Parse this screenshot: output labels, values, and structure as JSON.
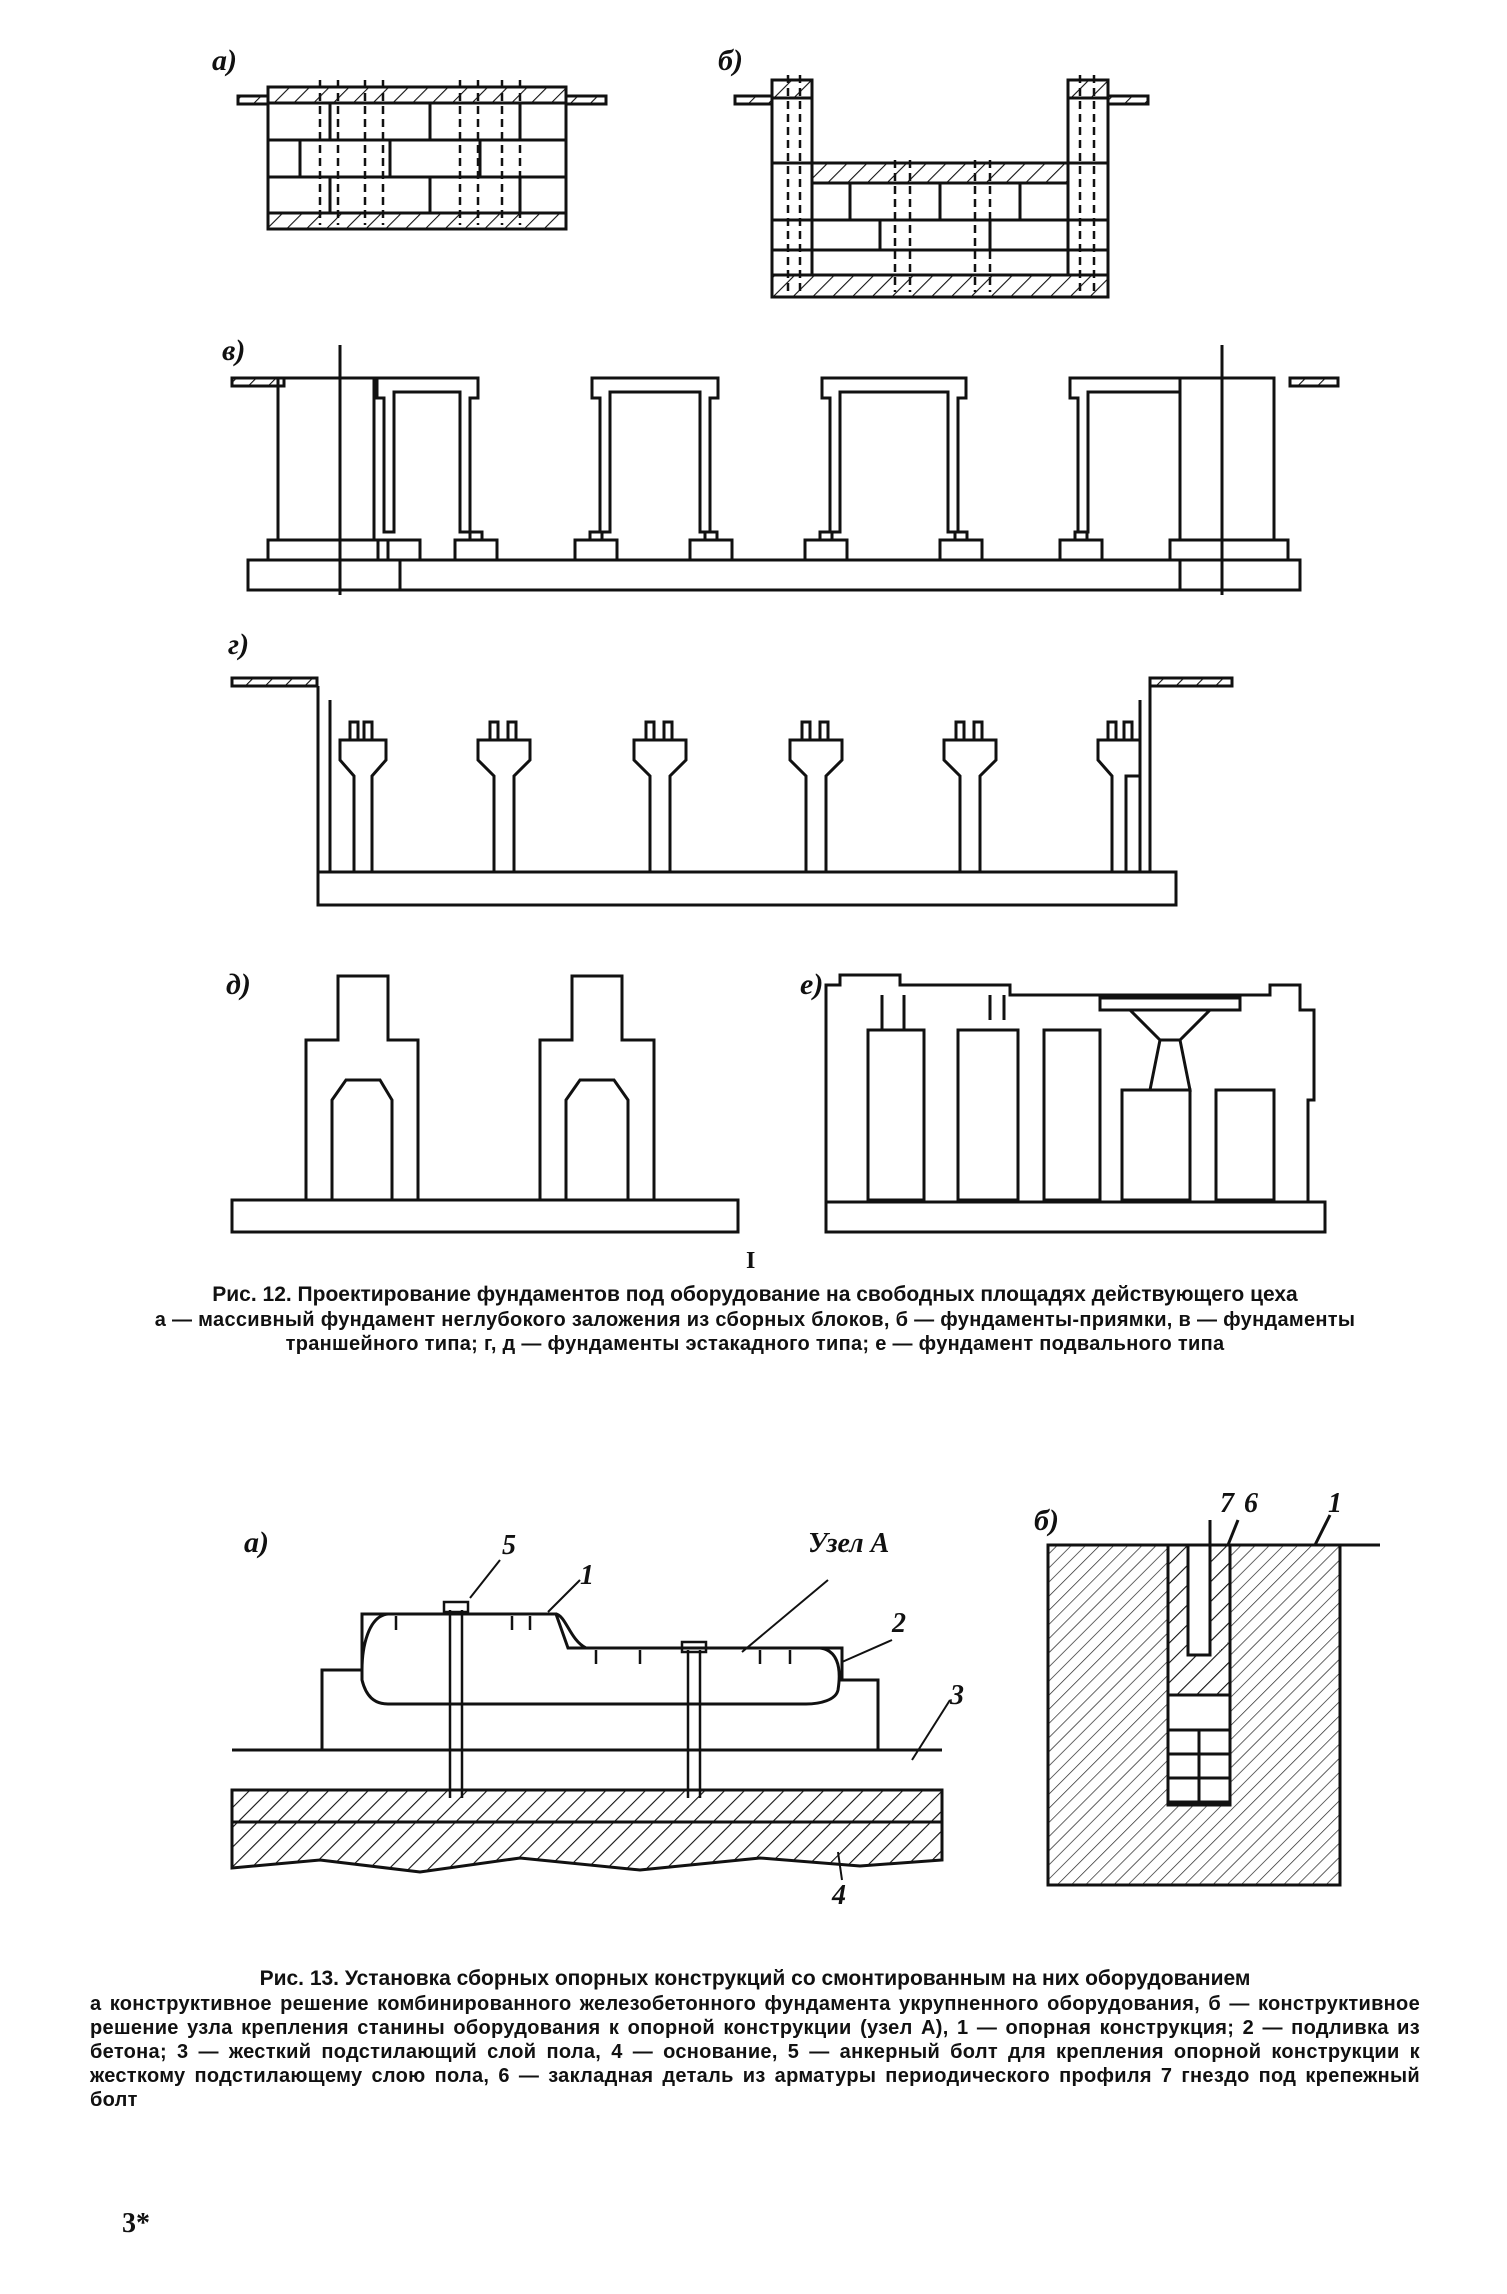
{
  "figure12": {
    "labels": [
      "а)",
      "б)",
      "в)",
      "г)",
      "д)",
      "е)"
    ],
    "marker": "I",
    "title": "Рис. 12. Проектирование фундаментов под оборудование на свободных площадях действующего цеха",
    "body": "а — массивный фундамент неглубокого заложения из сборных блоков, б — фундаменты-приямки, в — фундаменты траншейного типа; г, д — фундаменты эстакадного типа; е — фундамент подвального типа"
  },
  "figure13": {
    "labels": [
      "а)",
      "б)"
    ],
    "node_label": "Узел А",
    "numbers_a": [
      "5",
      "1",
      "2",
      "3",
      "4"
    ],
    "numbers_b": [
      "7",
      "6",
      "1"
    ],
    "title": "Рис. 13. Установка сборных опорных конструкций со смонтированным на них оборудованием",
    "body": "а конструктивное решение комбинированного железобетонного фундамента укрупненного оборудования, б — конструктивное решение узла крепления станины оборудования к опорной конструкции (узел А), 1 — опорная конструкция; 2 — подливка из бетона; 3 — жесткий подстилающий слой пола, 4 — основание, 5 — анкерный болт для крепления опорной конструкции к жесткому подстилающему слою пола, 6 — закладная деталь из арматуры периодического профиля 7 гнездо под крепежный болт"
  },
  "page_number": "3*"
}
